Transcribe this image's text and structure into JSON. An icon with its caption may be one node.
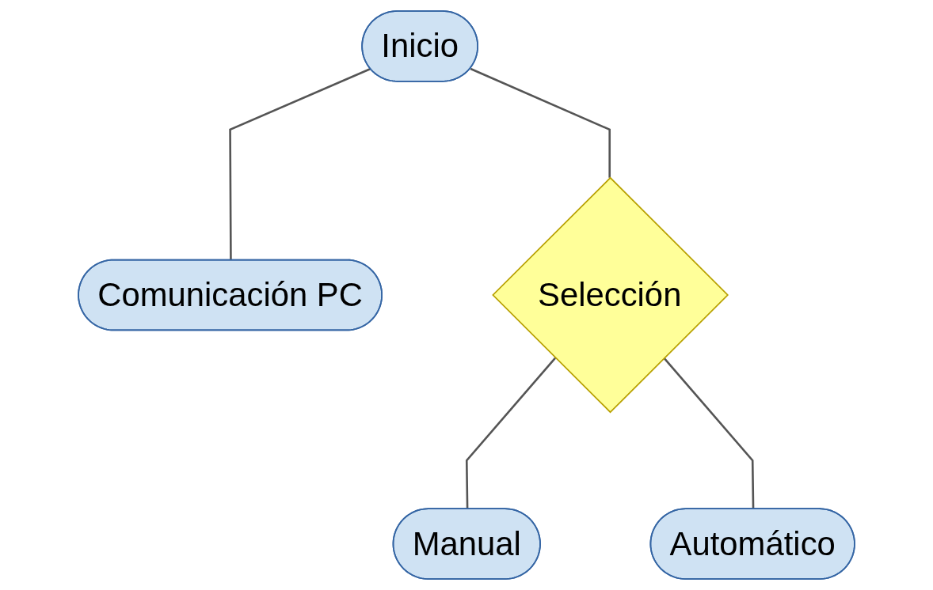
{
  "diagram": {
    "nodes": [
      {
        "text": [
          "Inicio"
        ]
      },
      {
        "text": [
          "Comunicación PC"
        ]
      },
      {
        "text": [
          "Selección"
        ]
      },
      {
        "text": [
          "Manual"
        ]
      },
      {
        "text": [
          "Automático"
        ]
      }
    ],
    "edges": [
      {
        "from": 0,
        "to": 1,
        "arrow": "none"
      },
      {
        "from": 0,
        "to": 2,
        "arrow": "none"
      },
      {
        "from": 2,
        "to": 3,
        "arrow": "none"
      },
      {
        "from": 2,
        "to": 4,
        "arrow": "none"
      }
    ]
  }
}
